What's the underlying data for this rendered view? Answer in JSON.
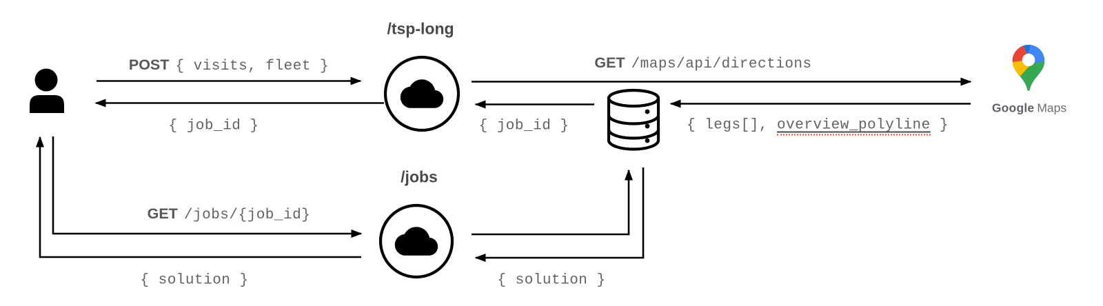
{
  "diagram": {
    "nodes": {
      "user": {
        "icon": "person-icon"
      },
      "tsp_long_function": {
        "label": "/tsp-long",
        "icon": "cloud-icon"
      },
      "jobs_function": {
        "label": "/jobs",
        "icon": "cloud-icon"
      },
      "database": {
        "icon": "database-icon"
      },
      "google_maps": {
        "icon": "google-maps-pin-icon",
        "label_primary": "Google",
        "label_secondary": "Maps"
      }
    },
    "edges": {
      "post_visits_fleet": {
        "method": "POST",
        "payload": "{ visits, fleet }"
      },
      "job_id_response_to_user": {
        "payload": "{ job_id }"
      },
      "get_directions": {
        "method": "GET",
        "payload": "/maps/api/directions"
      },
      "directions_response": {
        "payload_prefix": "{ legs[], ",
        "payload_underlined": "overview_polyline",
        "payload_suffix": " }"
      },
      "job_id_from_db": {
        "payload": "{ job_id }"
      },
      "get_job_status": {
        "method": "GET",
        "payload": "/jobs/{job_id}"
      },
      "solution_response_to_user": {
        "payload": "{ solution }"
      },
      "solution_response_to_jobs": {
        "payload": "{ solution }"
      }
    },
    "colors": {
      "line": "#000000",
      "label_text": "#5f6368",
      "node_label_text": "#47494c",
      "spellcheck_underline": "#e94335",
      "maps_pin_red": "#EA4335",
      "maps_pin_blue": "#4285F4",
      "maps_pin_dark_blue": "#1A73E8",
      "maps_pin_yellow": "#FBBC04",
      "maps_pin_green": "#34A853"
    }
  }
}
